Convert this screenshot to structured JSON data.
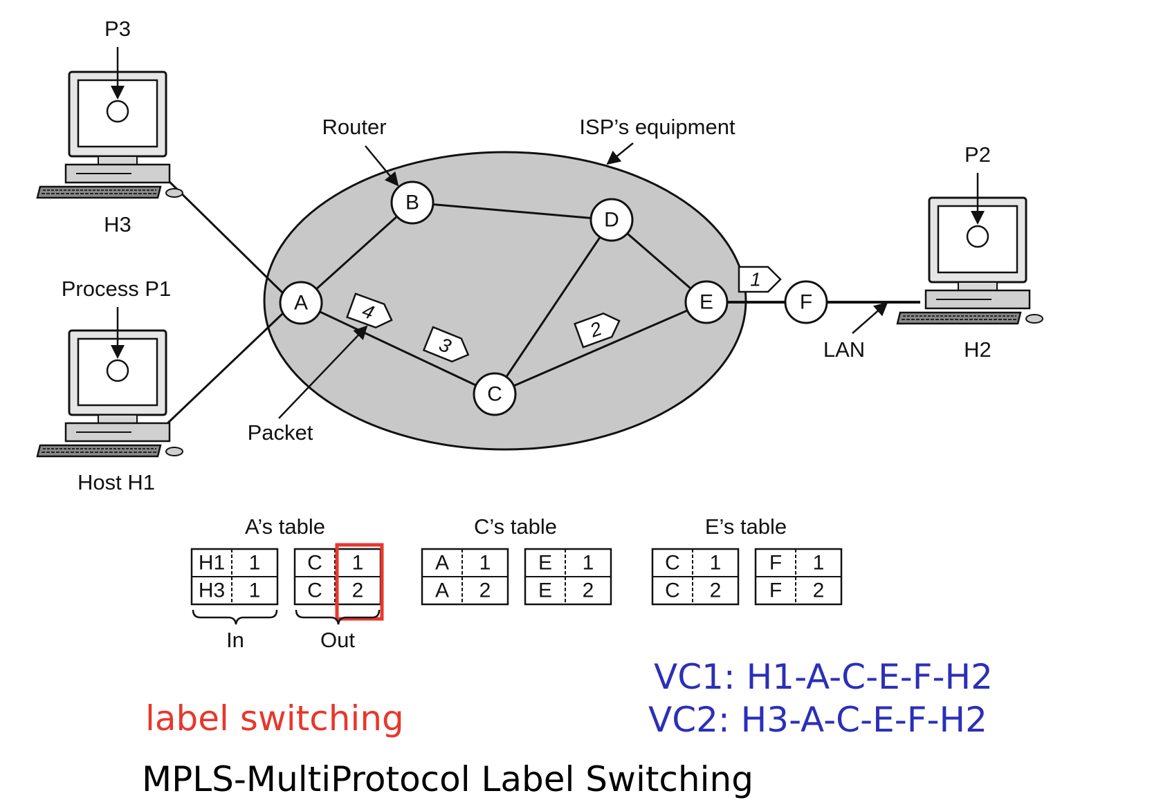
{
  "labels": {
    "p3": "P3",
    "p2": "P2",
    "h3": "H3",
    "h2": "H2",
    "process_p1": "Process P1",
    "host_h1": "Host H1",
    "router": "Router",
    "isp": "ISP’s equipment",
    "packet": "Packet",
    "lan": "LAN"
  },
  "nodes": {
    "A": "A",
    "B": "B",
    "C": "C",
    "D": "D",
    "E": "E",
    "F": "F"
  },
  "packets": [
    "1",
    "2",
    "3",
    "4"
  ],
  "tables": {
    "a_title": "A’s table",
    "c_title": "C’s table",
    "e_title": "E’s table",
    "a_in": [
      [
        "H1",
        "1"
      ],
      [
        "H3",
        "1"
      ]
    ],
    "a_out": [
      [
        "C",
        "1"
      ],
      [
        "C",
        "2"
      ]
    ],
    "c_in": [
      [
        "A",
        "1"
      ],
      [
        "A",
        "2"
      ]
    ],
    "c_out": [
      [
        "E",
        "1"
      ],
      [
        "E",
        "2"
      ]
    ],
    "e_in": [
      [
        "C",
        "1"
      ],
      [
        "C",
        "2"
      ]
    ],
    "e_out": [
      [
        "F",
        "1"
      ],
      [
        "F",
        "2"
      ]
    ],
    "in_label": "In",
    "out_label": "Out"
  },
  "captions": {
    "label_switching": "label switching",
    "mpls": "MPLS-MultiProtocol Label Switching",
    "vc1": "VC1:  H1-A-C-E-F-H2",
    "vc2": "VC2: H3-A-C-E-F-H2"
  },
  "colors": {
    "isp_fill": "#c8c8c8",
    "highlight": "#e8372c",
    "caption_red": "#e8372c",
    "caption_blue": "#2b2fb8"
  }
}
